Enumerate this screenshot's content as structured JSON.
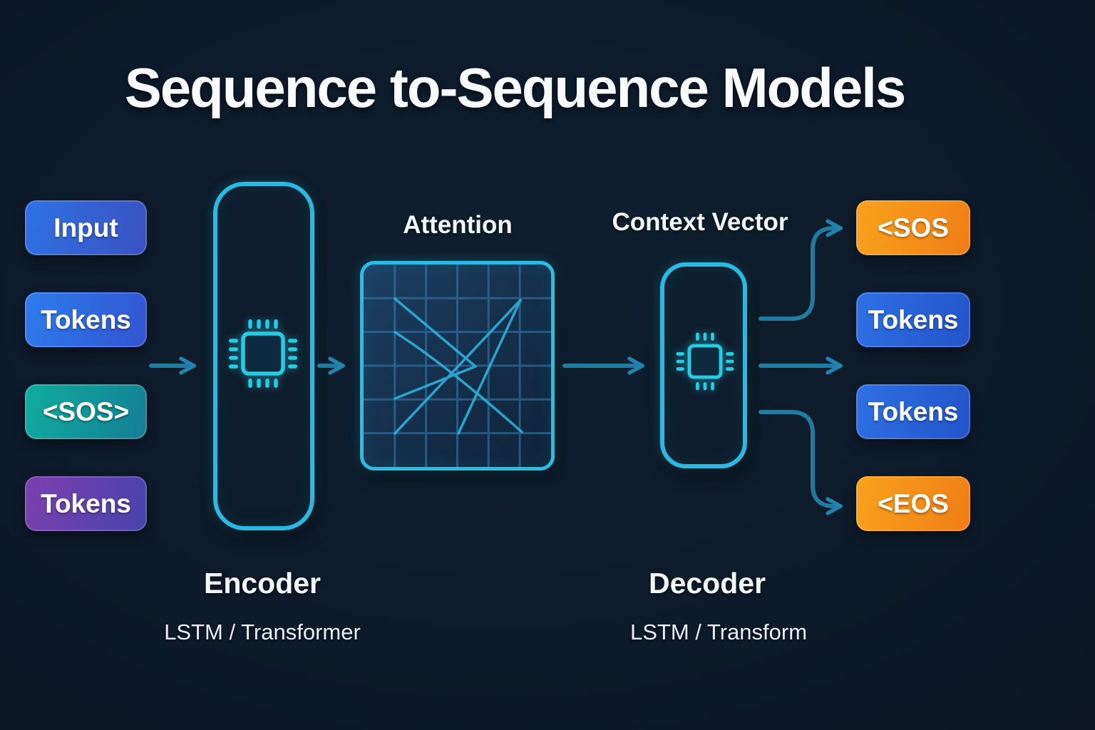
{
  "title": "Sequence to-Sequence Models",
  "attention": {
    "label": "Attention"
  },
  "context_vector": {
    "label": "Context Vector"
  },
  "encoder": {
    "label": "Encoder",
    "sublabel": "LSTM / Transformer"
  },
  "decoder": {
    "label": "Decoder",
    "sublabel": "LSTM / Transform"
  },
  "input_tokens": [
    {
      "label": "Input",
      "gradient": {
        "from": "#2f72e6",
        "to": "#3a51c0"
      }
    },
    {
      "label": "Tokens",
      "gradient": {
        "from": "#2d7cec",
        "to": "#3354d2"
      }
    },
    {
      "label": "<SOS>",
      "gradient": {
        "from": "#10ac9f",
        "to": "#157e95"
      }
    },
    {
      "label": "Tokens",
      "gradient": {
        "from": "#7c3fb0",
        "to": "#4743ab"
      }
    }
  ],
  "output_tokens": [
    {
      "label": "<SOS",
      "gradient": {
        "from": "#f9a21e",
        "to": "#ee7e15"
      }
    },
    {
      "label": "Tokens",
      "gradient": {
        "from": "#2e71e5",
        "to": "#2353c8"
      }
    },
    {
      "label": "Tokens",
      "gradient": {
        "from": "#2e71e5",
        "to": "#2353c8"
      }
    },
    {
      "label": "<EOS",
      "gradient": {
        "from": "#f9a21e",
        "to": "#ee7e15"
      }
    }
  ],
  "icons": {
    "encoder_chip": "cpu-chip-icon",
    "decoder_chip": "cpu-chip-icon"
  },
  "colors": {
    "background": "#0d1a29",
    "accent_cyan": "#2ab9e0",
    "chip_cyan": "#26cbe4",
    "arrow_teal": "#217ba1",
    "grid_line": "#3a7fb4",
    "title_text": "#f8fafc"
  }
}
